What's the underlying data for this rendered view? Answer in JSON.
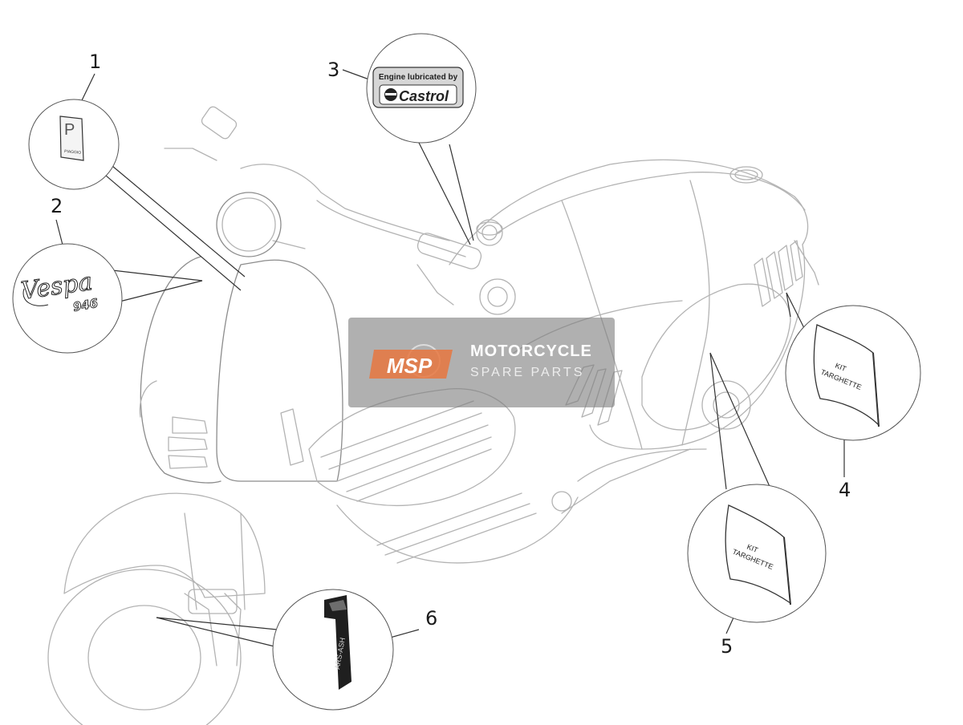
{
  "callouts": [
    {
      "id": "1",
      "label": "1"
    },
    {
      "id": "2",
      "label": "2"
    },
    {
      "id": "3",
      "label": "3"
    },
    {
      "id": "4",
      "label": "4"
    },
    {
      "id": "5",
      "label": "5"
    },
    {
      "id": "6",
      "label": "6"
    }
  ],
  "decals": {
    "piaggio": {
      "letter": "P",
      "brand": "PIAGGIO"
    },
    "vespa": {
      "script": "Vespa",
      "model": "946"
    },
    "castrol": {
      "line1": "Engine lubricated by",
      "line2": "Castrol"
    },
    "kit4": {
      "line1": "KIT",
      "line2": "TARGHETTE"
    },
    "kit5": {
      "line1": "KIT",
      "line2": "TARGHETTE"
    },
    "ars": {
      "text": "ARS-ASH"
    }
  },
  "watermark": {
    "logo": "MSP",
    "line1": "MOTORCYCLE",
    "line2": "SPARE PARTS"
  },
  "colors": {
    "line": "#444444",
    "light_line": "#a9a9a9",
    "watermark_orange": "#e8773f"
  }
}
